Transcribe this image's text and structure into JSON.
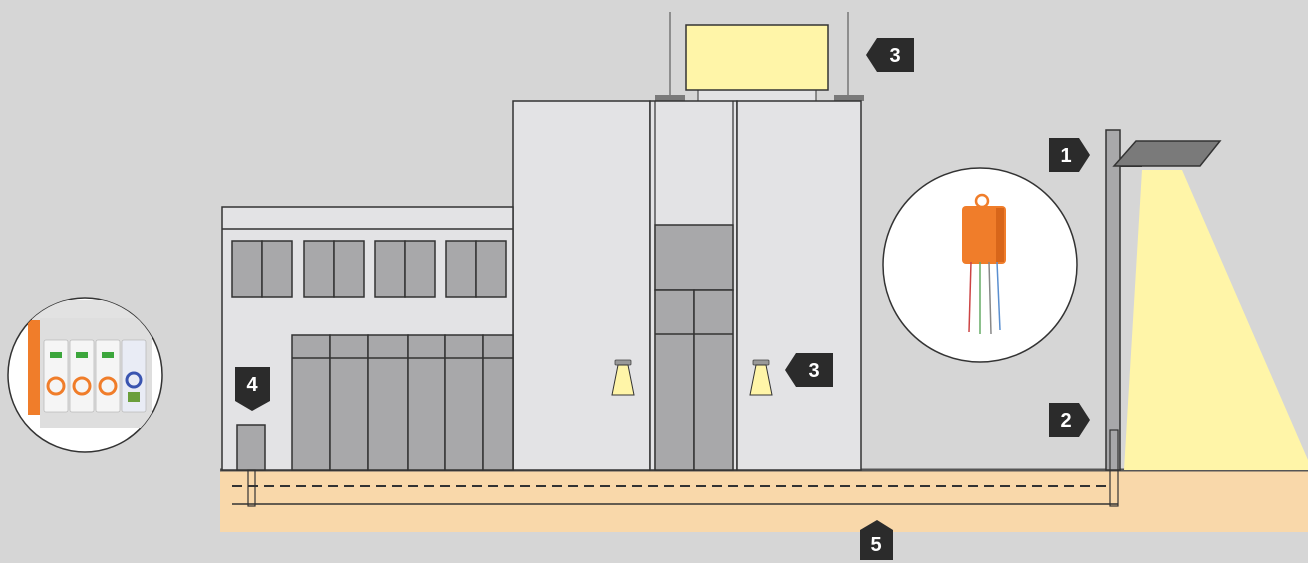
{
  "markers": {
    "pole_top": "1",
    "pole_base": "2",
    "roof_sign": "3",
    "wall_lights": "3",
    "distribution_box": "4",
    "underground_cable": "5"
  },
  "products": {
    "left_circle": "surge-protection-module-icon",
    "right_circle": "led-surge-protector-icon"
  },
  "colors": {
    "background": "#d6d6d6",
    "building": "#e3e3e5",
    "window": "#a8a8aa",
    "light_beam": "#fff5a8",
    "ground": "#f9d8aa",
    "marker": "#2b2b2b",
    "surge_orange": "#f07d2a"
  }
}
